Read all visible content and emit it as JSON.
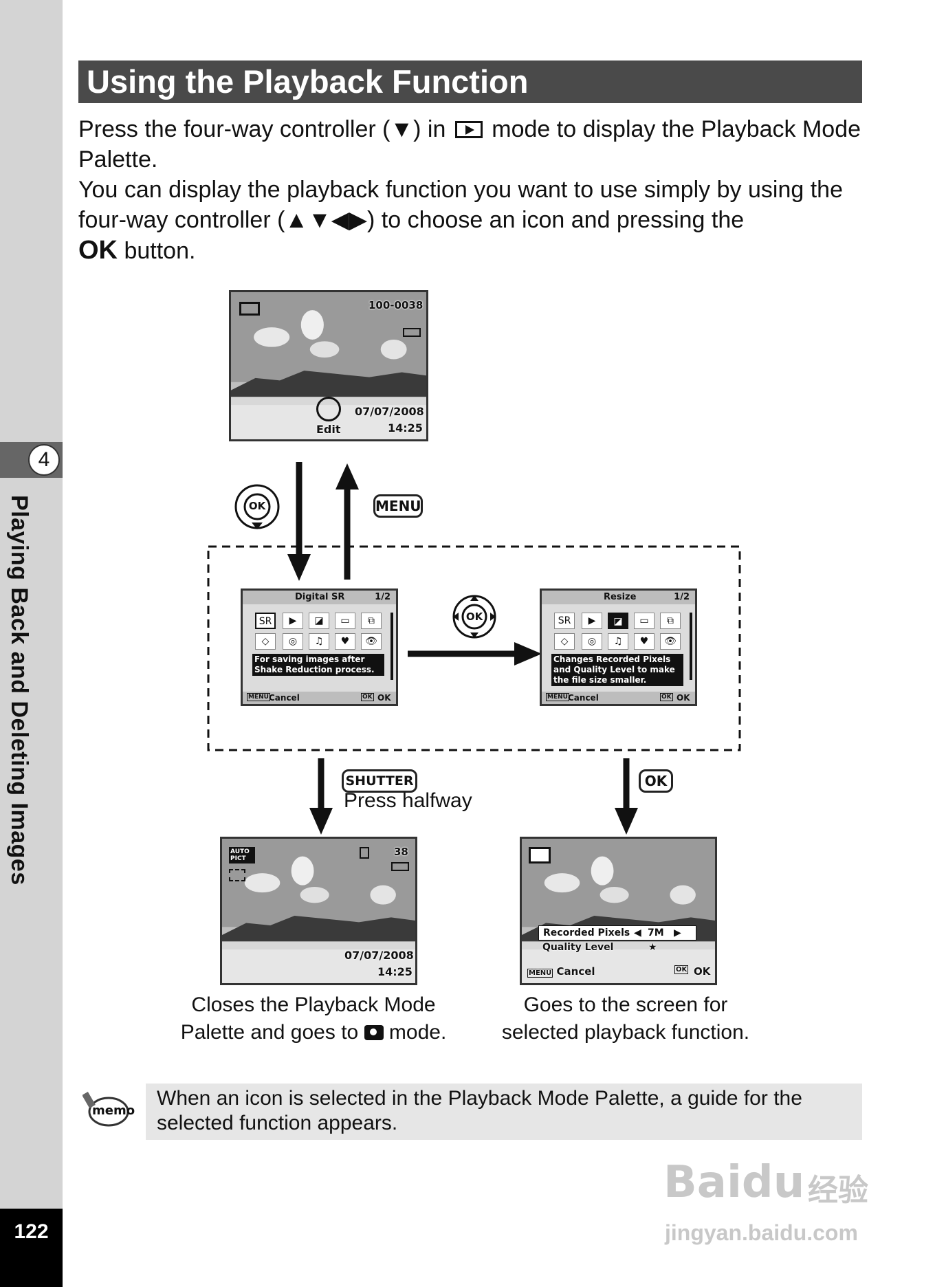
{
  "sidebar": {
    "chapter_number": "4",
    "chapter_title": "Playing Back and Deleting Images",
    "page_number": "122"
  },
  "header": {
    "title": "Using the Playback Function"
  },
  "intro": {
    "line1": "Press the four-way controller (▼) in",
    "line1_end": "mode to display the Playback Mode Palette.",
    "line2": "You can display the playback function you want to use simply by using the four-way controller (▲▼◀▶) to choose an icon and pressing the",
    "ok_label": "OK",
    "line2_end": " button."
  },
  "screen_top": {
    "file_number": "100-0038",
    "date": "07/07/2008",
    "time": "14:25",
    "edit_label": "Edit"
  },
  "buttons": {
    "ok": "OK",
    "menu": "MENU",
    "shutter": "SHUTTER",
    "ok_right": "OK",
    "press_halfway": "Press halfway"
  },
  "palette_left": {
    "title": "Digital SR",
    "page": "1/2",
    "guide": "For saving images after Shake Reduction process.",
    "cancel": "Cancel",
    "ok": "OK",
    "menu_tag": "MENU",
    "ok_tag": "OK"
  },
  "palette_right": {
    "title": "Resize",
    "page": "1/2",
    "guide": "Changes Recorded Pixels and Quality Level to make the file size smaller.",
    "cancel": "Cancel",
    "ok": "OK",
    "menu_tag": "MENU",
    "ok_tag": "OK"
  },
  "screen_capture": {
    "auto_label": "AUTO PICT",
    "shots": "38",
    "date": "07/07/2008",
    "time": "14:25"
  },
  "screen_resize": {
    "recorded_pixels": "Recorded Pixels",
    "pixels_value": "7M",
    "quality_level": "Quality Level",
    "quality_value": "★",
    "menu_tag": "MENU",
    "cancel": "Cancel",
    "ok_tag": "OK",
    "ok": "OK"
  },
  "captions": {
    "left_line1": "Closes the Playback Mode",
    "left_line2": "Palette and goes to",
    "left_line2_end": "mode.",
    "right_line1": "Goes to the screen for",
    "right_line2": "selected playback function."
  },
  "memo": {
    "icon_label": "memo",
    "text": "When an icon is selected in the Playback Mode Palette, a guide for the selected function appears."
  },
  "watermark": {
    "brand": "Baidu",
    "brand_cn": "经验",
    "url": "jingyan.baidu.com"
  }
}
